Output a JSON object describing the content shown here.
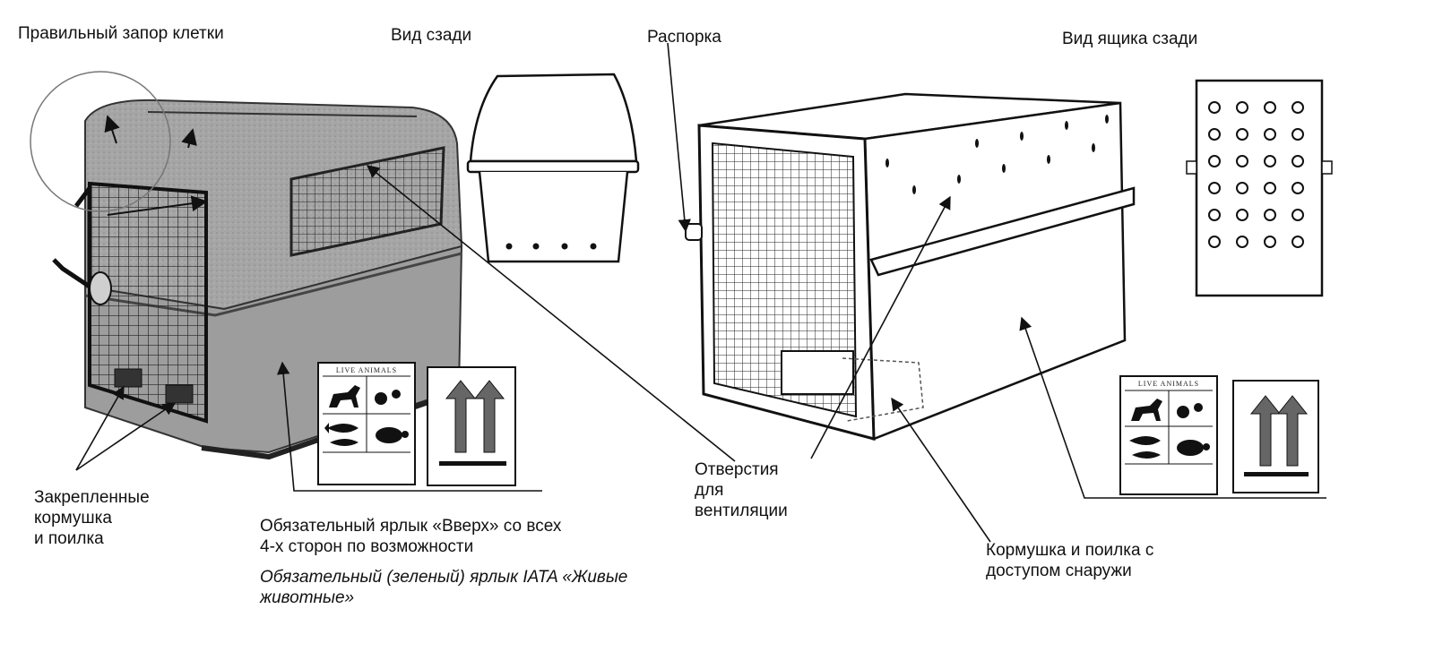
{
  "labels": {
    "latch": "Правильный запор клетки",
    "rear_view": "Вид сзади",
    "spacer": "Распорка",
    "box_rear_view": "Вид ящика сзади",
    "feeders": [
      "Закрепленные",
      "кормушка",
      "и поилка"
    ],
    "up_label": [
      "Обязательный ярлык «Вверх» со всех",
      "4-х сторон по возможности"
    ],
    "iata_label": [
      "Обязательный (зеленый) ярлык IATA «Живые",
      "животные»"
    ],
    "vents": [
      "Отверстия",
      "для",
      "вентиляции"
    ],
    "outside_feeders": [
      "Кормушка и поилка с",
      "доступом снаружи"
    ]
  },
  "sticker_text": "LIVE ANIMALS",
  "colors": {
    "line": "#111111",
    "crate_shade": "#9a9a9a"
  }
}
